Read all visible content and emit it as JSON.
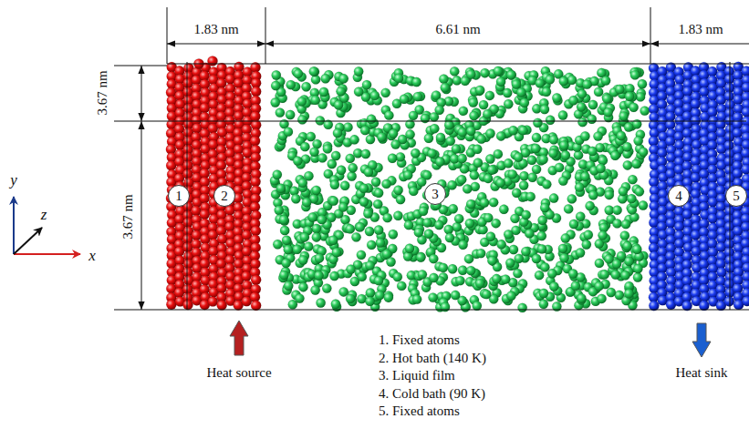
{
  "diagram": {
    "nodes": [
      {
        "text": [
          "1"
        ]
      },
      {
        "text": [
          "2"
        ]
      },
      {
        "text": [
          "3"
        ]
      },
      {
        "text": [
          "4"
        ]
      },
      {
        "text": [
          "5"
        ]
      }
    ],
    "labels": [
      "1.83 nm",
      "6.61 nm",
      "1.83 nm",
      "3.67 nm",
      "3.67 nm",
      "y",
      "z",
      "x",
      "1. Fixed atoms",
      "2. Hot bath (140 K)",
      "3. Liquid film",
      "4. Cold bath (90 K)",
      "5. Fixed atoms",
      "Heat source",
      "Heat sink"
    ]
  }
}
